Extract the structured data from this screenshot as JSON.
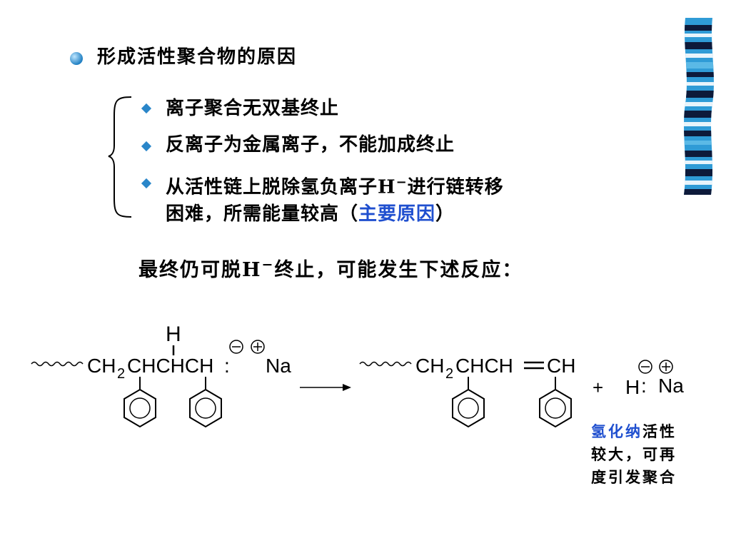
{
  "slide": {
    "title": "形成活性聚合物的原因",
    "bullets": [
      {
        "text": "离子聚合无双基终止"
      },
      {
        "text": "反离子为金属离子，不能加成终止"
      },
      {
        "text_a": "从活性链上脱除氢负离子H",
        "sup": "−",
        "text_b": "进行链转移",
        "line2_a": "困难，所需能量较高（",
        "line2_highlight": "主要原因",
        "line2_b": "）"
      }
    ],
    "summary": {
      "a": "最终仍可脱H",
      "sup": "−",
      "b": "终止，可能发生下述反应："
    },
    "note": {
      "highlight": "氢化纳",
      "line1_rest": "活性",
      "line2": "较大，可再",
      "line3": "度引发聚合"
    }
  },
  "reaction": {
    "left": {
      "ch": "CH",
      "sub": "2",
      "rest": "CHCHCH",
      "h_top": "H",
      "counter": "Na",
      "minus": "−",
      "plus": "+"
    },
    "right": {
      "ch": "CH",
      "sub": "2",
      "rest": "CHCH",
      "eq": "=",
      "tail": "CH"
    },
    "plus_sign": "+",
    "hydride": {
      "h": "H",
      "na": "Na",
      "minus": "−",
      "plus": "+"
    }
  },
  "colors": {
    "accent": "#1f4fcf",
    "bullet": "#2a86c9",
    "decor": [
      "#2f9bd6",
      "#0d1a3a",
      "#e8f4fb",
      "#5bb9e6"
    ]
  }
}
